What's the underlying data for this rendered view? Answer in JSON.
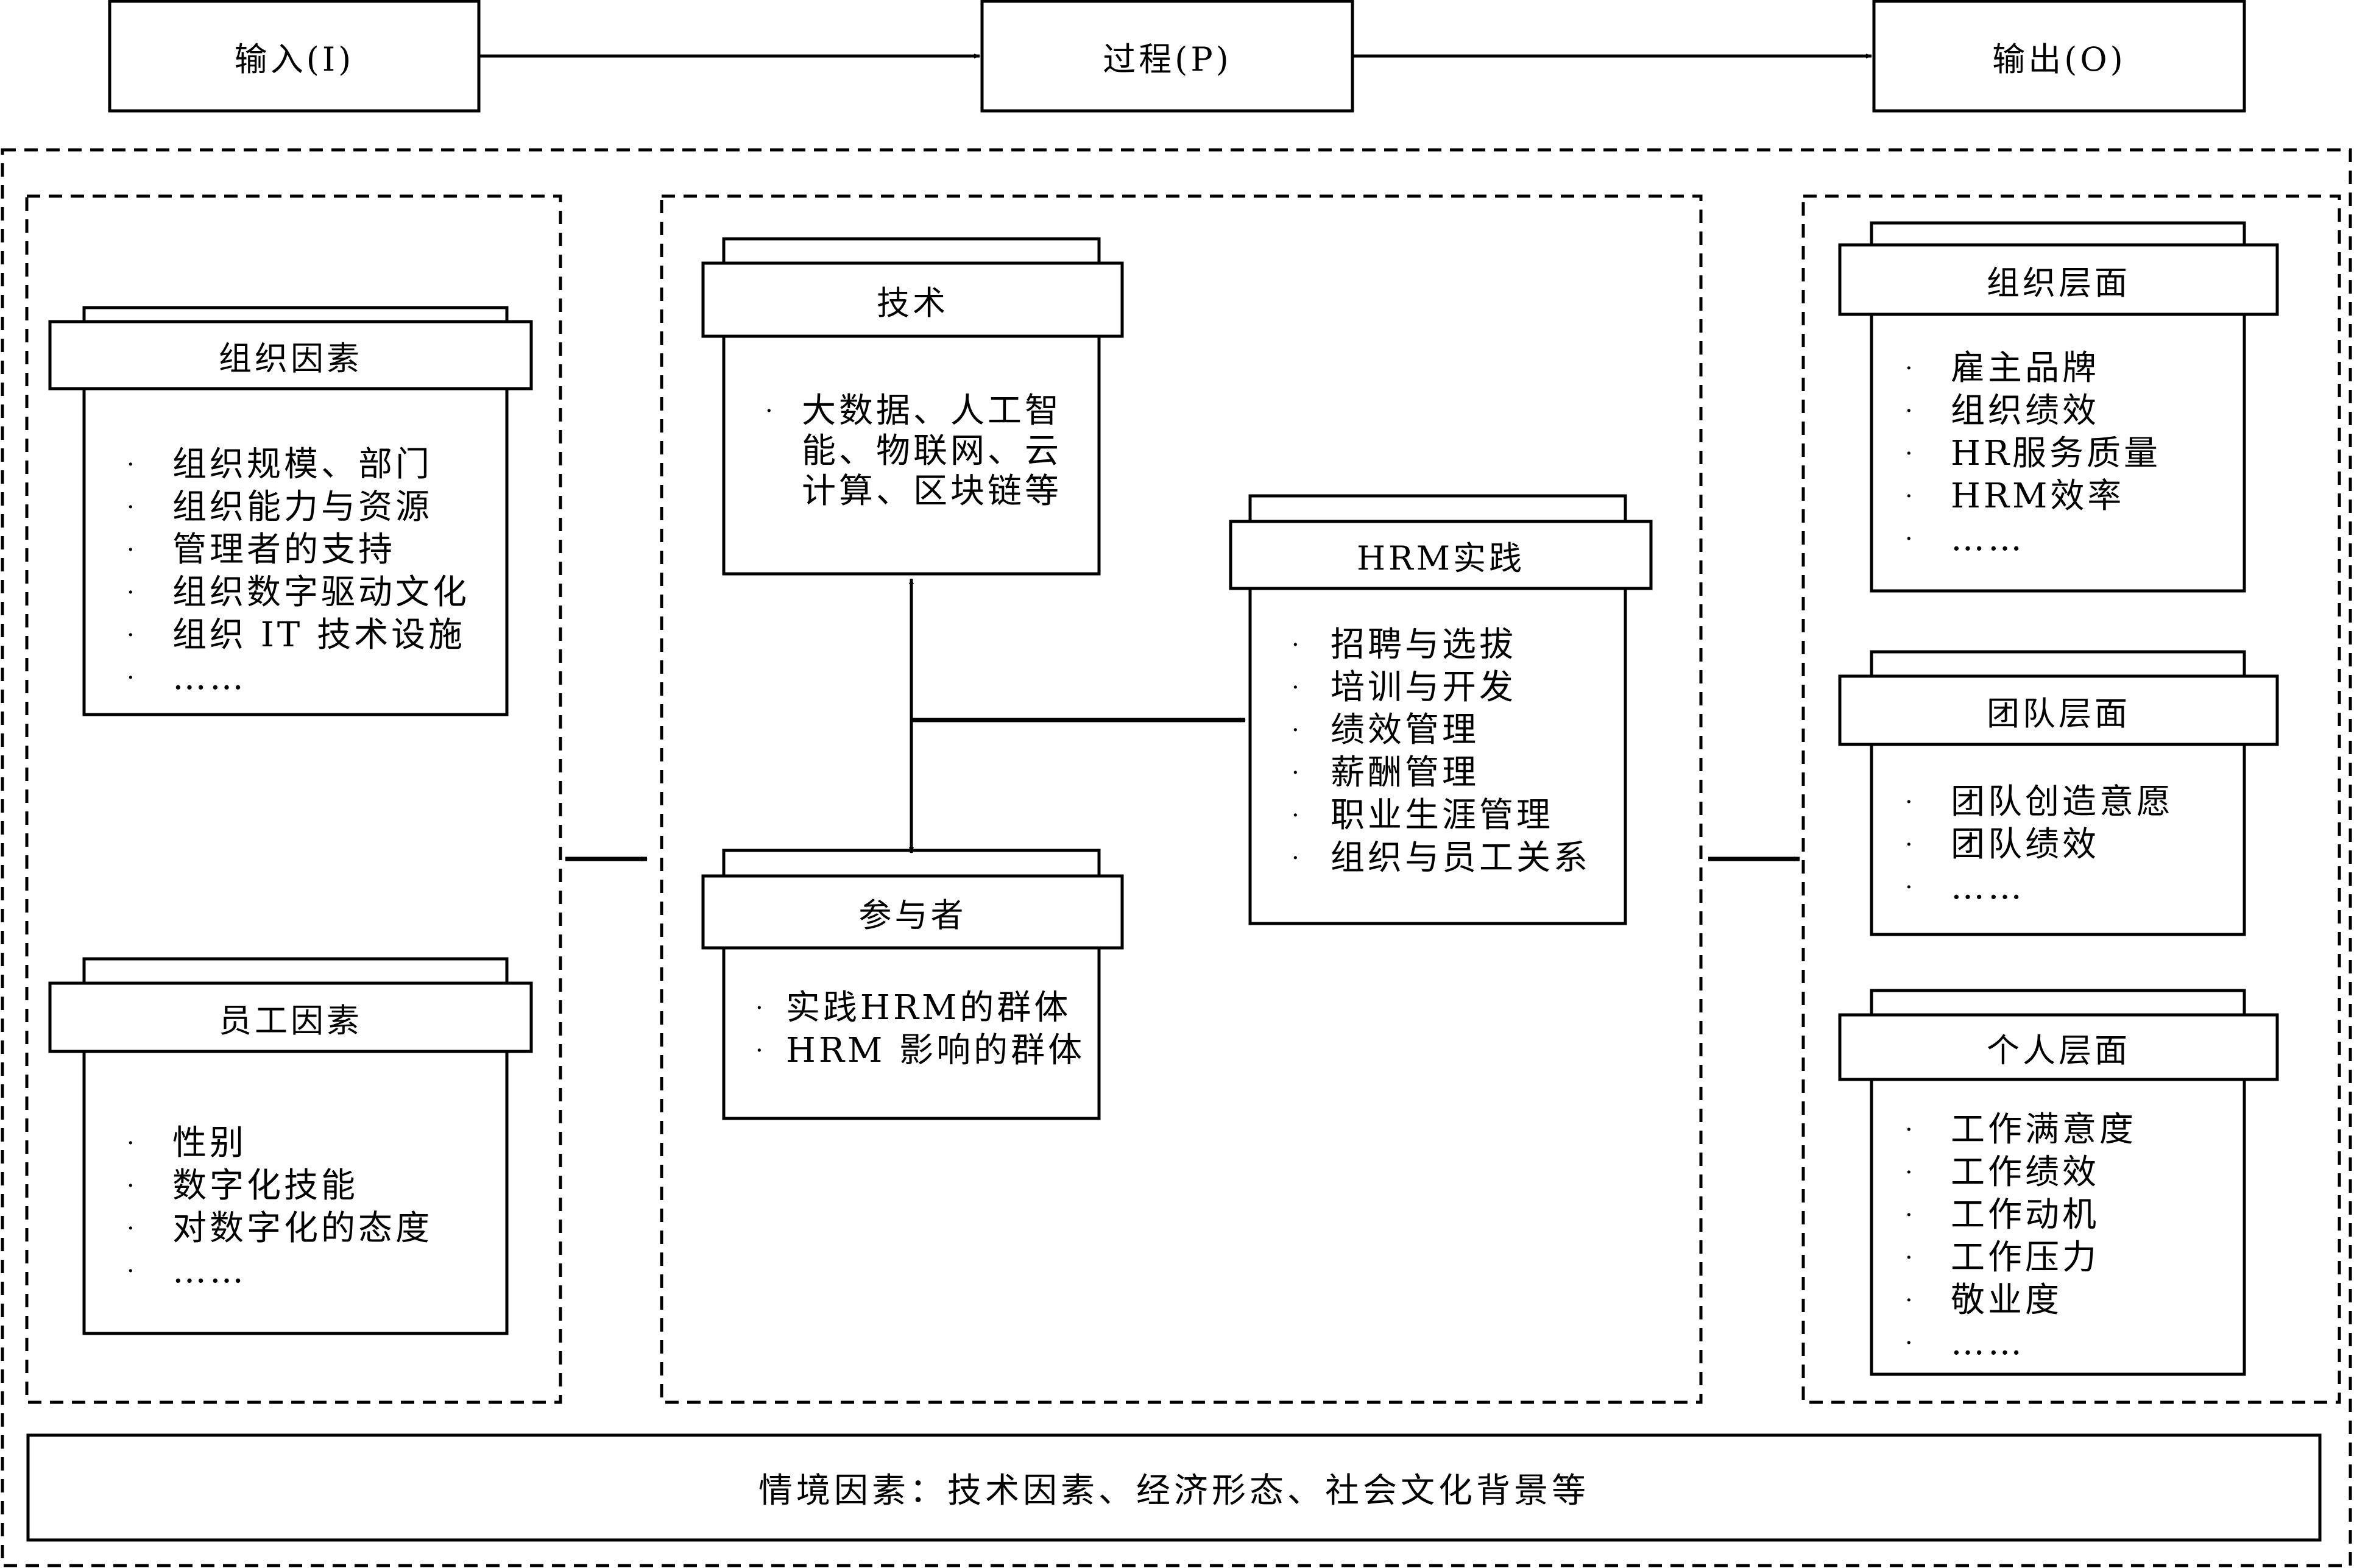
{
  "top_row": {
    "input": "输入(I)",
    "process": "过程(P)",
    "output": "输出(O)"
  },
  "input_panel": {
    "org_factors": {
      "title": "组织因素",
      "items": [
        "组织规模、部门",
        "组织能力与资源",
        "管理者的支持",
        "组织数字驱动文化",
        "组织 IT 技术设施",
        "……"
      ]
    },
    "employee_factors": {
      "title": "员工因素",
      "items": [
        "性别",
        "数字化技能",
        "对数字化的态度",
        "……"
      ]
    }
  },
  "process_panel": {
    "technology": {
      "title": "技术",
      "lines": [
        "大数据、人工智",
        "能、物联网、云",
        "计算、区块链等"
      ]
    },
    "participants": {
      "title": "参与者",
      "items": [
        "实践HRM的群体",
        "HRM 影响的群体"
      ]
    },
    "hrm_practice": {
      "title": "HRM实践",
      "items": [
        "招聘与选拔",
        "培训与开发",
        "绩效管理",
        "薪酬管理",
        "职业生涯管理",
        "组织与员工关系"
      ]
    }
  },
  "output_panel": {
    "org_level": {
      "title": "组织层面",
      "items": [
        "雇主品牌",
        "组织绩效",
        "HR服务质量",
        "HRM效率",
        "……"
      ]
    },
    "team_level": {
      "title": "团队层面",
      "items": [
        "团队创造意愿",
        "团队绩效",
        "……"
      ]
    },
    "individual_level": {
      "title": "个人层面",
      "items": [
        "工作满意度",
        "工作绩效",
        "工作动机",
        "工作压力",
        "敬业度",
        "……"
      ]
    }
  },
  "context": "情境因素：技术因素、经济形态、社会文化背景等"
}
